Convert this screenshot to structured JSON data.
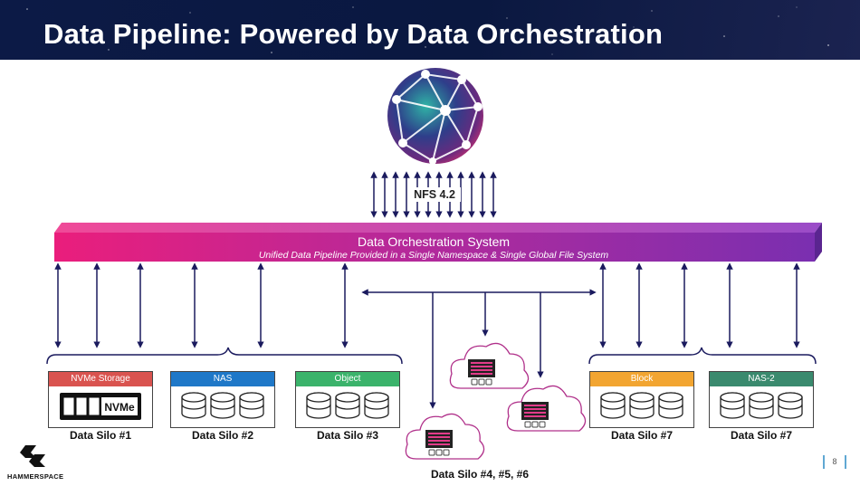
{
  "slide": {
    "title": "Data Pipeline: Powered by Data Orchestration",
    "page_number": "8"
  },
  "protocol": {
    "label": "NFS 4.2"
  },
  "orchestration_bar": {
    "title": "Data Orchestration System",
    "subtitle": "Unified Data Pipeline Provided in a Single Namespace & Single Global File System"
  },
  "silos": [
    {
      "header": "NVMe Storage",
      "label": "Data Silo #1",
      "header_color": "#d9534f",
      "icon": "nvme-drive-icon",
      "icon_text": "NVMe"
    },
    {
      "header": "NAS",
      "label": "Data Silo #2",
      "header_color": "#1f78c8",
      "icon": "database-icon"
    },
    {
      "header": "Object",
      "label": "Data Silo #3",
      "header_color": "#3bb36b",
      "icon": "database-icon"
    },
    {
      "header": "Block",
      "label": "Data Silo #7",
      "header_color": "#f2a531",
      "icon": "database-icon"
    },
    {
      "header": "NAS-2",
      "label": "Data Silo #7",
      "header_color": "#3a8a6e",
      "icon": "database-icon"
    }
  ],
  "cloud_silos": {
    "label": "Data Silo #4, #5, #6",
    "icon": "cloud-server-icon"
  },
  "logo": {
    "text": "HAMMERSPACE",
    "icon": "hammerspace-logo-icon"
  },
  "colors": {
    "header_bg": "#0c1a46",
    "bar_start": "#e8207e",
    "bar_end": "#7a2fb0",
    "arrow": "#1a1a5e",
    "cloud_stroke": "#b0308a"
  }
}
